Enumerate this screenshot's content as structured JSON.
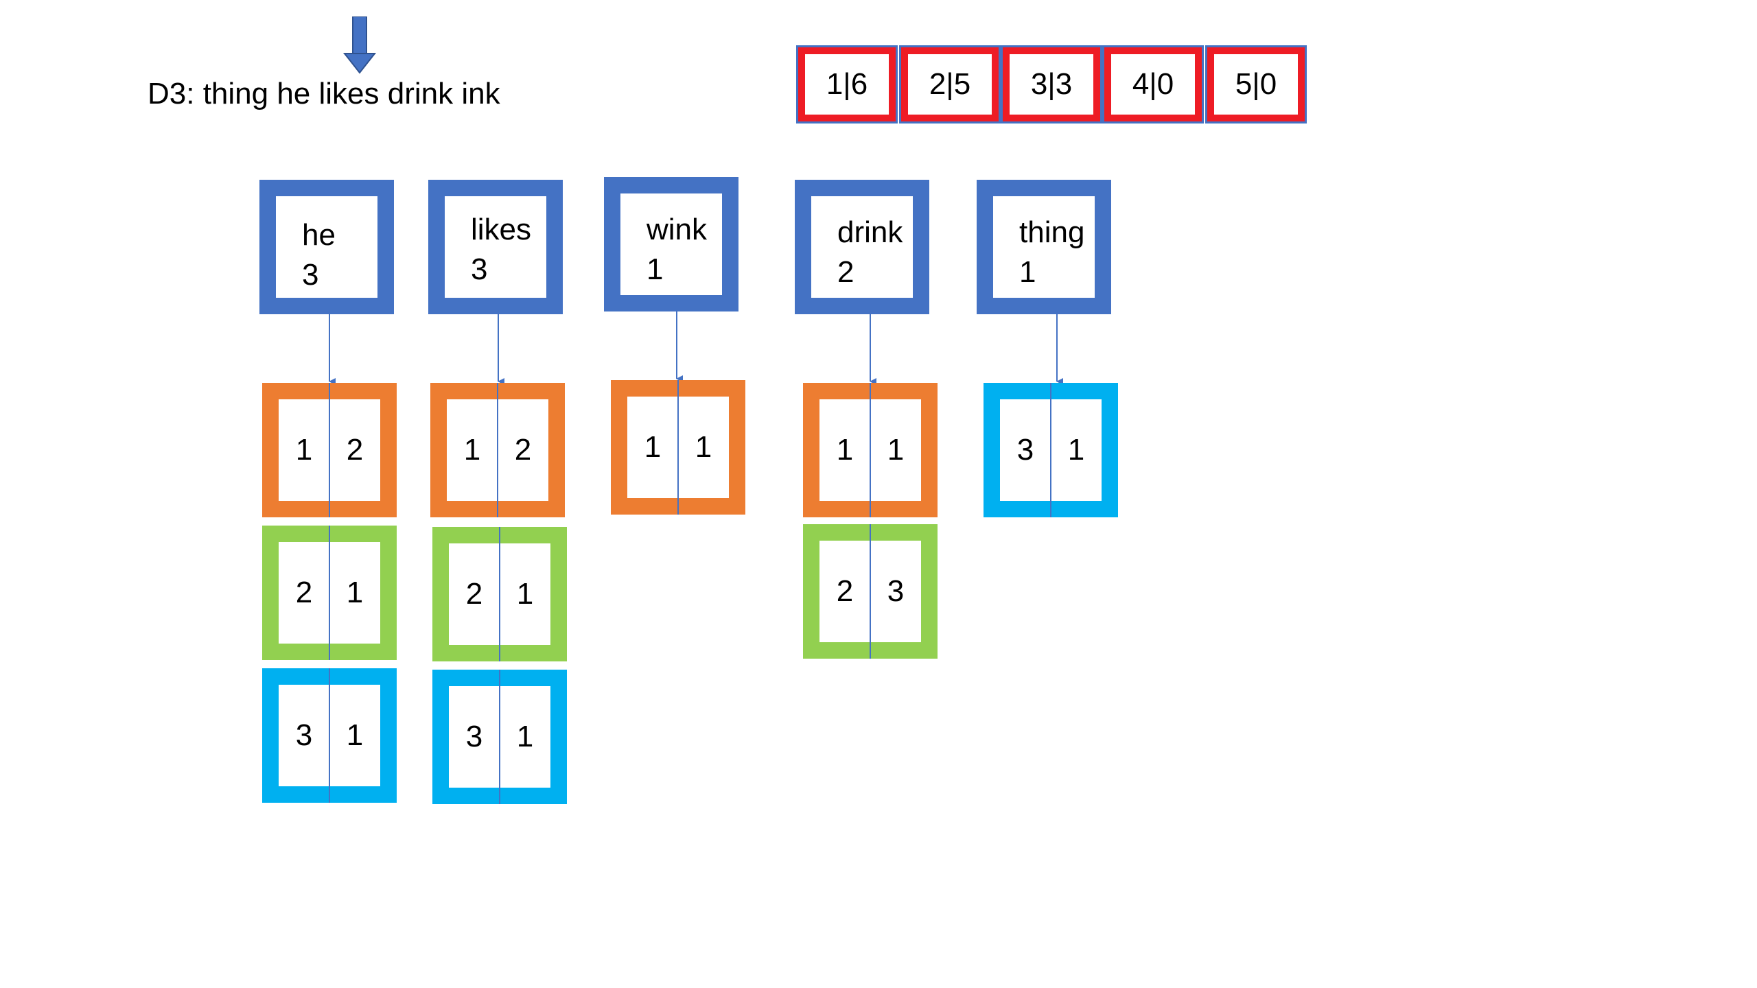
{
  "caption": "D3:  thing he likes drink ink",
  "arrow_icon": "down-arrow-icon",
  "colors": {
    "term_border": "#4472c4",
    "array_border": "#ee1c25",
    "doc1": "#ed7d31",
    "doc2": "#92d050",
    "doc3": "#00b0f0"
  },
  "doc_lengths": [
    {
      "doc": "1",
      "length": "6",
      "label": "1|6"
    },
    {
      "doc": "2",
      "length": "5",
      "label": "2|5"
    },
    {
      "doc": "3",
      "length": "3",
      "label": "3|3"
    },
    {
      "doc": "4",
      "length": "0",
      "label": "4|0"
    },
    {
      "doc": "5",
      "length": "0",
      "label": "5|0"
    }
  ],
  "terms": [
    {
      "term": "he",
      "df": "3",
      "postings": [
        {
          "doc": "1",
          "tf": "2"
        },
        {
          "doc": "2",
          "tf": "1"
        },
        {
          "doc": "3",
          "tf": "1"
        }
      ]
    },
    {
      "term": "likes",
      "df": "3",
      "postings": [
        {
          "doc": "1",
          "tf": "2"
        },
        {
          "doc": "2",
          "tf": "1"
        },
        {
          "doc": "3",
          "tf": "1"
        }
      ]
    },
    {
      "term": "wink",
      "df": "1",
      "postings": [
        {
          "doc": "1",
          "tf": "1"
        }
      ]
    },
    {
      "term": "drink",
      "df": "2",
      "postings": [
        {
          "doc": "1",
          "tf": "1"
        },
        {
          "doc": "2",
          "tf": "3"
        }
      ]
    },
    {
      "term": "thing",
      "df": "1",
      "postings": [
        {
          "doc": "3",
          "tf": "1"
        }
      ]
    }
  ]
}
